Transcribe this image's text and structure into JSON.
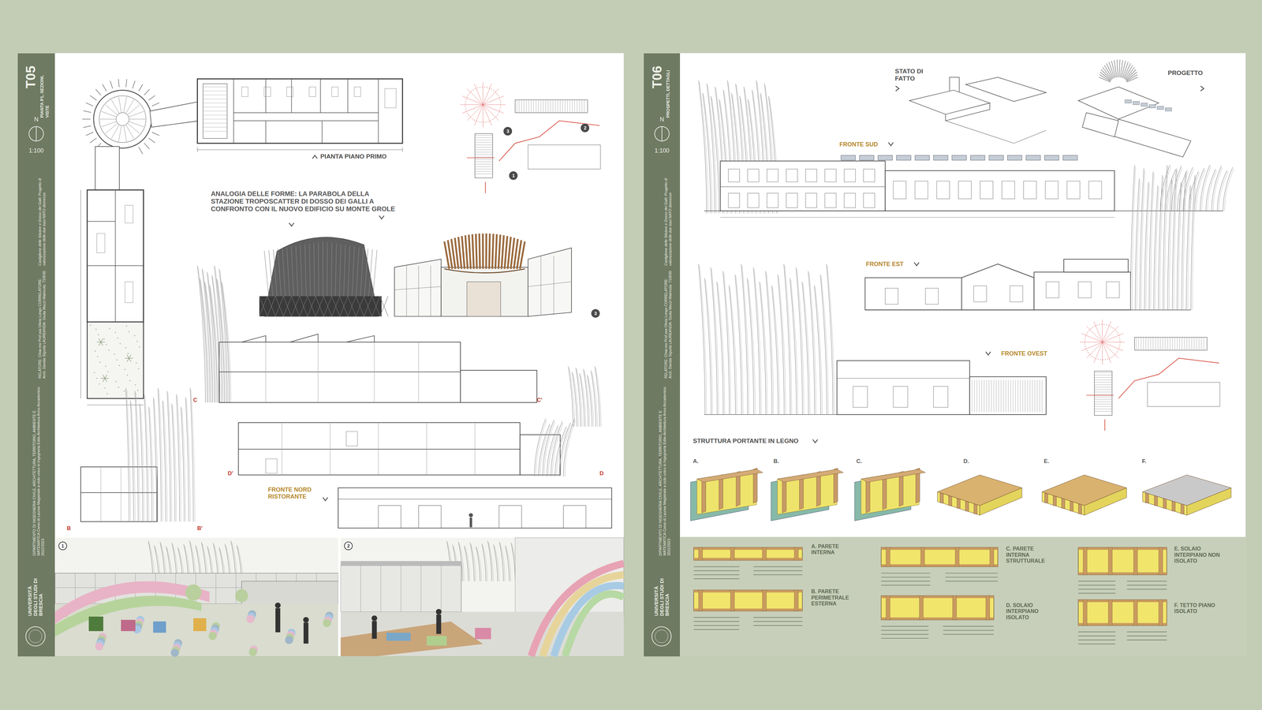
{
  "diagram": {
    "nodes": [
      {
        "text": [
          "T05",
          "PIANTA P1, SEZIONI, VISTE",
          "N",
          "1:100",
          "Castiglione delle Stiviere e Dosso dei Galli: Progetto di valorizzazione delle due basi NATO dismesse",
          "RELATORE: Chiar.mo Prof.ssa Olivia Longo CORRELATORE: Arch. Davide Sigurtà LAUREANDA: Giulia Mezzi Matricola: 710030",
          "DIPARTIMENTO DI INGEGNERIA CIVILE, ARCHITETTURA, TERRITORIO, AMBIENTE E MATEMATICA Corso di Laurea Magistrale a ciclo unico in Ingegneria Edile-Architettura Anno Accademico 2022/2023",
          "UNIVERSITÀ DEGLI STUDI DI BRESCIA"
        ]
      },
      {
        "text": [
          "T06",
          "PROSPETTI, DETTAGLI",
          "N",
          "1:100",
          "Castiglione delle Stiviere e Dosso dei Galli: Progetto di valorizzazione delle due basi NATO dismesse",
          "RELATORE: Chiar.mo Prof.ssa Olivia Longo CORRELATORE: Arch. Davide Sigurtà LAUREANDA: Giulia Mezzi Matricola: 710030",
          "DIPARTIMENTO DI INGEGNERIA CIVILE, ARCHITETTURA, TERRITORIO, AMBIENTE E MATEMATICA Corso di Laurea Magistrale a ciclo unico in Ingegneria Edile-Architettura Anno Accademico 2022/2023",
          "UNIVERSITÀ DEGLI STUDI DI BRESCIA"
        ]
      }
    ],
    "labels": [
      "PIANTA PIANO PRIMO",
      "ANALOGIA DELLE FORME: LA PARABOLA DELLA STAZIONE TROPOSCATTER DI DOSSO DEI GALLI A CONFRONTO CON IL NUOVO EDIFICIO SU MONTE GROLE",
      "1",
      "2",
      "3",
      "3",
      "C",
      "C'",
      "D'",
      "D",
      "B",
      "B'",
      "FRONTE NORD RISTORANTE",
      "1",
      "2",
      "STATO DI FATTO",
      "PROGETTO",
      "FRONTE SUD",
      "FRONTE EST",
      "FRONTE OVEST",
      "STRUTTURA PORTANTE IN LEGNO",
      "A.",
      "B.",
      "C.",
      "D.",
      "E.",
      "F.",
      "A. PARETE INTERNA",
      "B. PARETE PERIMETRALE ESTERNA",
      "C. PARETE INTERNA STRUTTURALE",
      "D. SOLAIO INTERPIANO ISOLATO",
      "E. SOLAIO INTERPIANO NON ISOLATO",
      "F. TETTO PIANO ISOLATO"
    ]
  }
}
